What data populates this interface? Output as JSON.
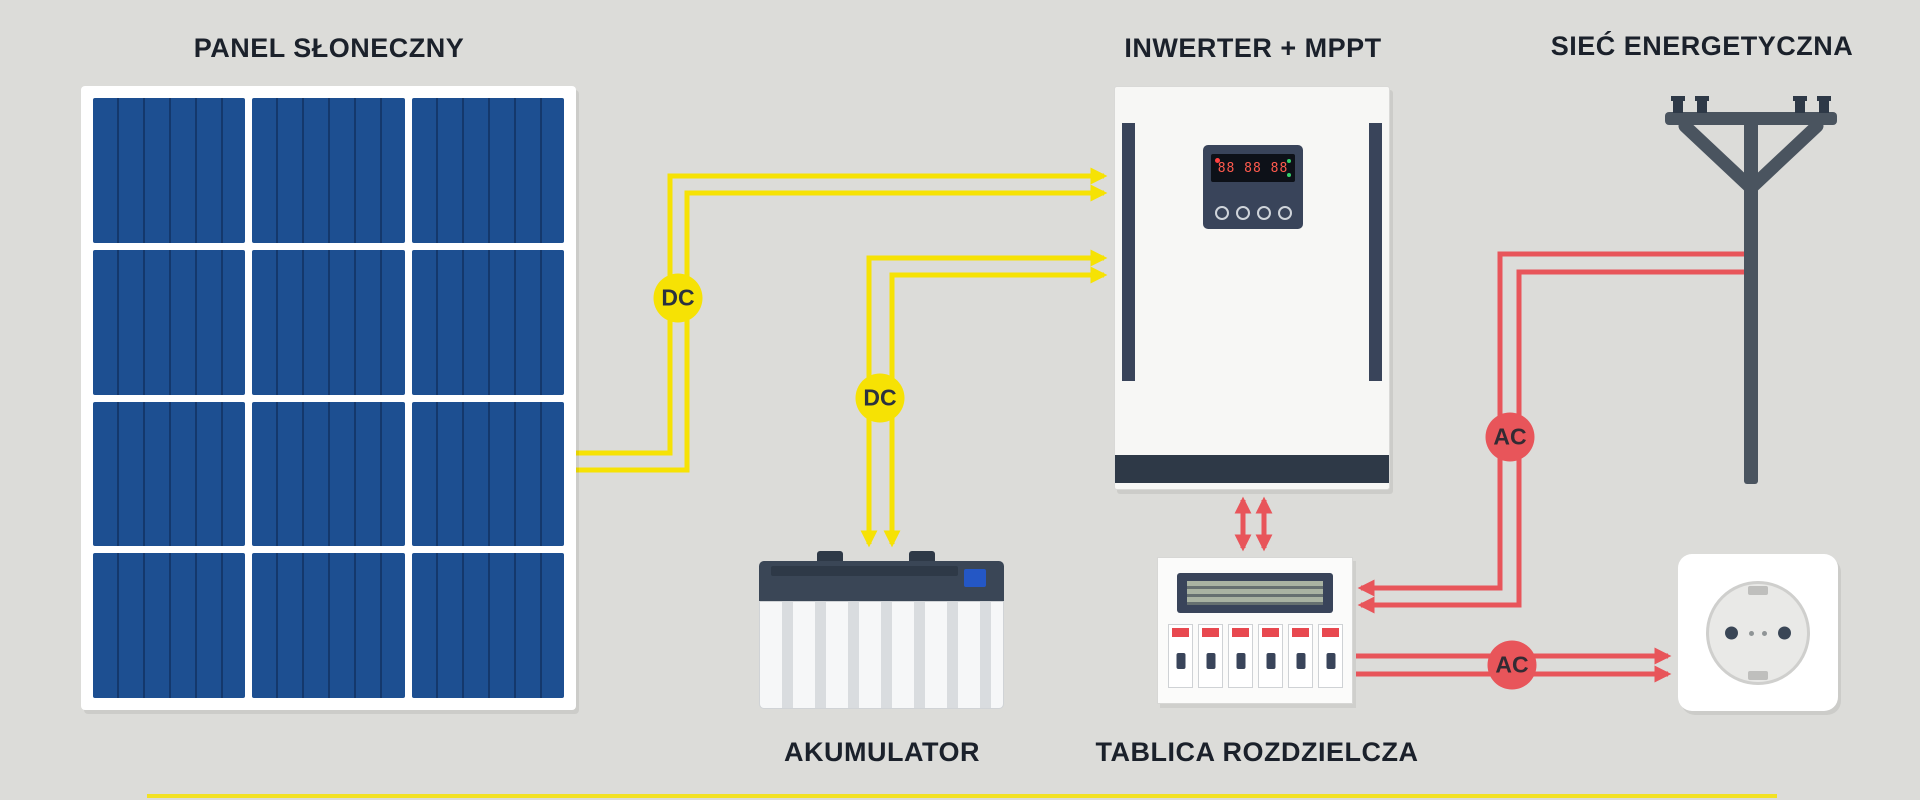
{
  "labels": {
    "solar_panel": "PANEL SŁONECZNY",
    "inverter": "INWERTER + MPPT",
    "grid": "SIEĆ ENERGETYCZNA",
    "battery": "AKUMULATOR",
    "distribution_board": "TABLICA ROZDZIELCZA"
  },
  "wire_labels": {
    "dc_panel": "DC",
    "dc_battery": "DC",
    "ac_grid": "AC",
    "ac_socket": "AC"
  },
  "inverter": {
    "display_value": "88 88 88"
  },
  "colors": {
    "background": "#dcdcd9",
    "dc_wire": "#f6e204",
    "ac_wire": "#e8555a",
    "solar_blue": "#1d4f91",
    "dark_navy": "#3a4656"
  }
}
